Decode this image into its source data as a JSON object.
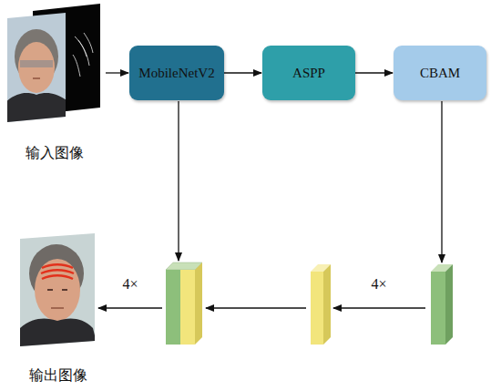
{
  "diagram": {
    "nodes": [
      {
        "text": [
          "输入图像"
        ]
      },
      {
        "text": [
          "MobileNetV2"
        ]
      },
      {
        "text": [
          "ASPP"
        ]
      },
      {
        "text": [
          "CBAM"
        ]
      },
      {
        "text": [
          "输出图像"
        ]
      }
    ],
    "edges": [
      {
        "from": 0,
        "to": 1,
        "arrow": "to"
      },
      {
        "from": 1,
        "to": 2,
        "arrow": "to"
      },
      {
        "from": 2,
        "to": 3,
        "arrow": "to"
      }
    ],
    "labels": [
      "4×",
      "4×"
    ]
  }
}
